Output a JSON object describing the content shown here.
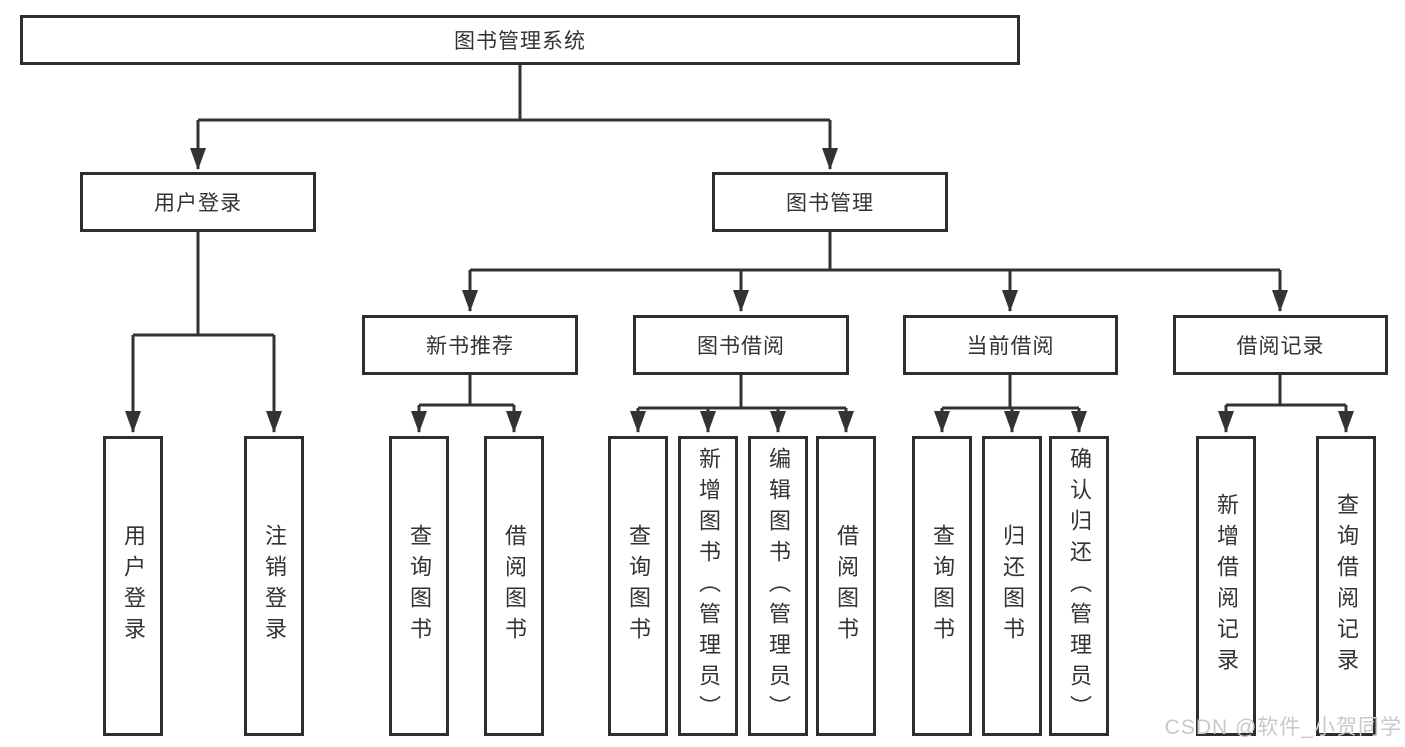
{
  "tree": {
    "label": "图书管理系统",
    "children": [
      {
        "label": "用户登录",
        "children": [
          {
            "label": "用户登录"
          },
          {
            "label": "注销登录"
          }
        ]
      },
      {
        "label": "图书管理",
        "children": [
          {
            "label": "新书推荐",
            "children": [
              {
                "label": "查询图书"
              },
              {
                "label": "借阅图书"
              }
            ]
          },
          {
            "label": "图书借阅",
            "children": [
              {
                "label": "查询图书"
              },
              {
                "label": "新增图书（管理员）"
              },
              {
                "label": "编辑图书（管理员）"
              },
              {
                "label": "借阅图书"
              }
            ]
          },
          {
            "label": "当前借阅",
            "children": [
              {
                "label": "查询图书"
              },
              {
                "label": "归还图书"
              },
              {
                "label": "确认归还（管理员）"
              }
            ]
          },
          {
            "label": "借阅记录",
            "children": [
              {
                "label": "新增借阅记录"
              },
              {
                "label": "查询借阅记录"
              }
            ]
          }
        ]
      }
    ]
  },
  "watermark": "CSDN @软件_小贺同学",
  "colors": {
    "line": "#333333",
    "box_border": "#2e2e2e",
    "text": "#333333",
    "background": "#ffffff",
    "watermark": "#c9c9c9"
  }
}
